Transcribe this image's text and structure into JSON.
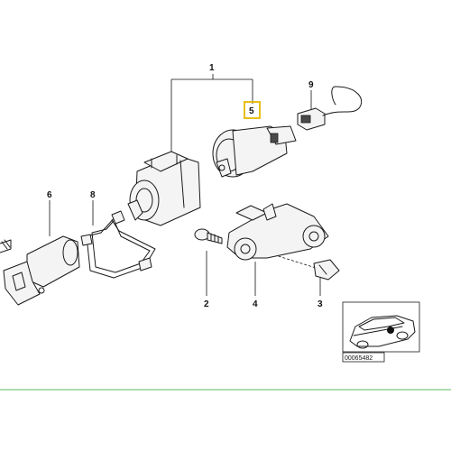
{
  "diagram": {
    "callouts": [
      {
        "id": "c1",
        "label": "1"
      },
      {
        "id": "c2",
        "label": "2"
      },
      {
        "id": "c3",
        "label": "3"
      },
      {
        "id": "c4",
        "label": "4"
      },
      {
        "id": "c5",
        "label": "5",
        "highlighted": true
      },
      {
        "id": "c6",
        "label": "6"
      },
      {
        "id": "c8",
        "label": "8"
      },
      {
        "id": "c9",
        "label": "9"
      }
    ],
    "reference_number": "00065482",
    "highlight_color": "#e6b800",
    "footer_line_color": "#7ec87e"
  }
}
